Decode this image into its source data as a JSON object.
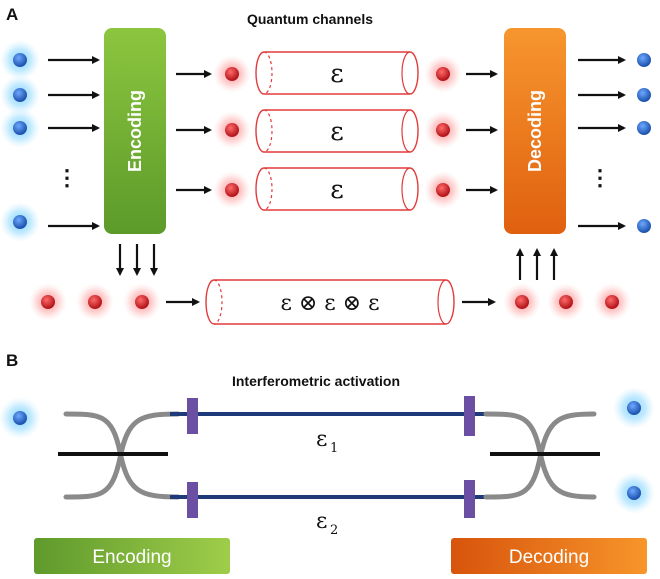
{
  "panel_a": {
    "label": "A",
    "title": "Quantum channels",
    "encoding_label": "Encoding",
    "decoding_label": "Decoding",
    "channel_symbol": "ε",
    "product_channel": "ε ⊗ ε ⊗ ε",
    "ellipsis": "⋮"
  },
  "panel_b": {
    "label": "B",
    "title": "Interferometric activation",
    "channel_1": "ε",
    "channel_1_sub": "1",
    "channel_2": "ε",
    "channel_2_sub": "2",
    "encoding_label": "Encoding",
    "decoding_label": "Decoding"
  },
  "colors": {
    "encoding_green": "#7cb342",
    "decoding_orange": "#f07f1c",
    "qubit_blue": "#2f6fc7",
    "qubit_red": "#d9262b",
    "channel_red": "#e23a3a",
    "fiber_blue": "#1e3a78",
    "modulator_purple": "#6a4fa3"
  }
}
